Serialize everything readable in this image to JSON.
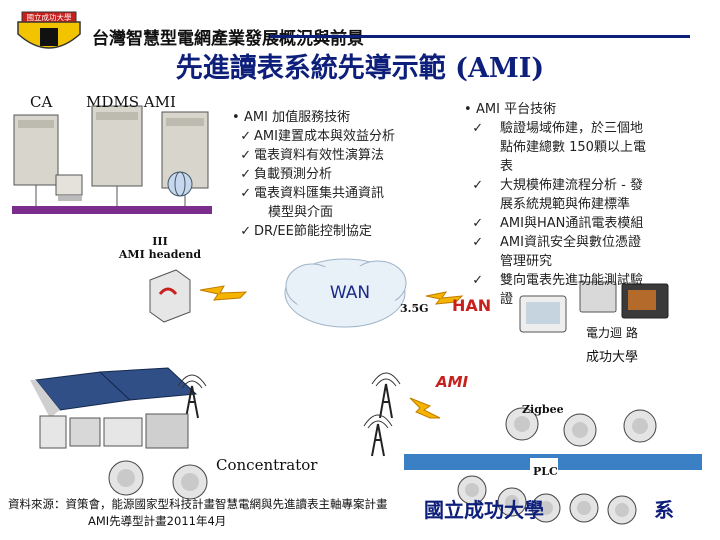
{
  "header": {
    "top_title": "台灣智慧型電網產業發展概況與前景",
    "main_title": "先進讀表系統先導示範 (AMI)",
    "logo_text": "國立成功大學"
  },
  "diagram": {
    "ca": "CA",
    "mdms_ami": "MDMS  AMI",
    "headend": [
      "III",
      "AMI headend"
    ],
    "wan": "WAN",
    "g35": "3.5G",
    "han": "HAN",
    "power_lab": "電力迴 路",
    "university": "成功大學",
    "ami": "AMI",
    "zigbee": "Zigbee",
    "concentrator": "Concentrator",
    "plc": "PLC"
  },
  "services": {
    "heading": "AMI 加值服務技術",
    "items": [
      "AMI建置成本與效益分析",
      "電表資料有效性演算法",
      "負載預測分析",
      "電表資料匯集共通資訊",
      "DR/EE節能控制協定"
    ],
    "continuation": "模型與介面"
  },
  "platform": {
    "heading": "AMI 平台技術",
    "lines": [
      {
        "check": true,
        "text": "驗證場域佈建，於三個地"
      },
      {
        "check": false,
        "text": "點佈建總數  150顆以上電"
      },
      {
        "check": false,
        "text": "表"
      },
      {
        "check": true,
        "text": "大規模佈建流程分析  - 發"
      },
      {
        "check": false,
        "text": "展系統規範與佈建標準"
      },
      {
        "check": true,
        "text": "AMI與HAN通訊電表模組"
      },
      {
        "check": true,
        "text": "AMI資訊安全與數位憑證"
      },
      {
        "check": false,
        "text": "管理研究"
      },
      {
        "check": true,
        "text": "雙向電表先進功能測試驗"
      },
      {
        "check": false,
        "text": "證"
      }
    ]
  },
  "footer": {
    "source_line1": "資料來源：資策會，能源國家型科技計畫智慧電網與先進讀表主軸專案計畫",
    "source_line2": "AMI先導型計畫2011年4月",
    "ncku": "國立成功大學",
    "dept": "系"
  },
  "colors": {
    "title_blue": "#0d1f7a",
    "han_red": "#c8201d",
    "bus_purple": "#7b2d8e",
    "plc_blue": "#3b7fc4"
  }
}
